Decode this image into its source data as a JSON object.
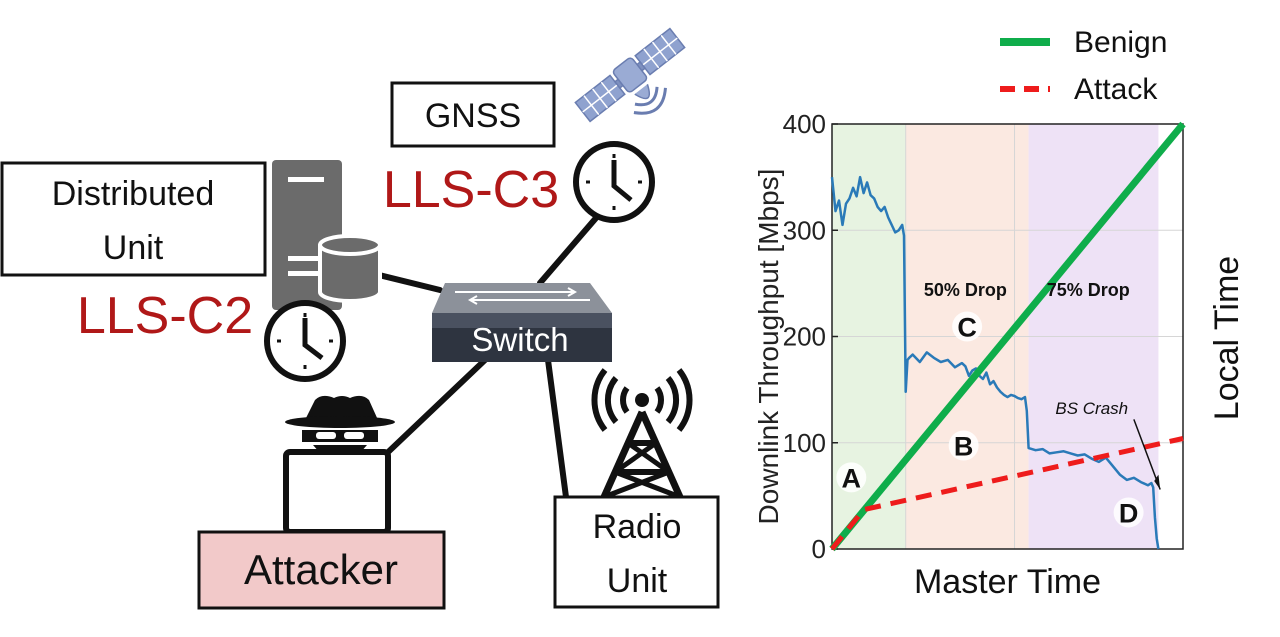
{
  "diagram": {
    "gnss_label": "GNSS",
    "gnss_profile": "LLS-C3",
    "du_label_line1": "Distributed",
    "du_label_line2": "Unit",
    "du_profile": "LLS-C2",
    "switch_label": "Switch",
    "attacker_label": "Attacker",
    "ru_label_line1": "Radio",
    "ru_label_line2": "Unit",
    "colors": {
      "profile_red": "#b01818",
      "attacker_fill": "#f2c9c9",
      "icon_gray": "#6b6b6b",
      "satellite": "#8a9cc9"
    }
  },
  "chart_data": {
    "type": "line",
    "ylabel": "Downlink Throughput [Mbps]",
    "xlabel": "Master Time",
    "y2label": "Local Time",
    "ylim": [
      0,
      400
    ],
    "yticks": [
      "0",
      "100",
      "200",
      "300",
      "400"
    ],
    "legend": [
      {
        "name": "Benign",
        "color": "#0fad4b",
        "style": "solid"
      },
      {
        "name": "Attack",
        "color": "#ee1c1c",
        "style": "dashed"
      }
    ],
    "legend_placement": "top-right",
    "phases": [
      {
        "from": 0,
        "to": 0.21,
        "color": "#e7f3e1"
      },
      {
        "from": 0.21,
        "to": 0.56,
        "color": "#fbe9e1"
      },
      {
        "from": 0.56,
        "to": 0.93,
        "color": "#eee2f6"
      }
    ],
    "annotations": [
      {
        "text": "50% Drop",
        "x": 0.38,
        "y": 238
      },
      {
        "text": "75% Drop",
        "x": 0.73,
        "y": 238
      },
      {
        "text": "BS Crash",
        "x": 0.74,
        "y": 127,
        "italic": true
      }
    ],
    "point_labels": [
      {
        "text": "A",
        "x": 0.055,
        "y": 58
      },
      {
        "text": "B",
        "x": 0.375,
        "y": 88
      },
      {
        "text": "C",
        "x": 0.385,
        "y": 200
      },
      {
        "text": "D",
        "x": 0.845,
        "y": 25
      }
    ],
    "series": [
      {
        "name": "Throughput",
        "color": "#2a7ab8",
        "x": [
          0.0,
          0.01,
          0.02,
          0.03,
          0.04,
          0.05,
          0.06,
          0.07,
          0.08,
          0.09,
          0.1,
          0.11,
          0.12,
          0.13,
          0.14,
          0.15,
          0.16,
          0.17,
          0.18,
          0.19,
          0.2,
          0.205,
          0.21,
          0.215,
          0.22,
          0.23,
          0.25,
          0.27,
          0.29,
          0.31,
          0.33,
          0.35,
          0.37,
          0.38,
          0.39,
          0.4,
          0.41,
          0.42,
          0.43,
          0.44,
          0.45,
          0.46,
          0.47,
          0.48,
          0.49,
          0.5,
          0.51,
          0.52,
          0.53,
          0.54,
          0.55,
          0.555,
          0.56,
          0.58,
          0.6,
          0.62,
          0.64,
          0.66,
          0.68,
          0.7,
          0.72,
          0.74,
          0.76,
          0.78,
          0.8,
          0.82,
          0.84,
          0.86,
          0.88,
          0.9,
          0.91,
          0.915,
          0.92,
          0.925,
          0.93
        ],
        "values": [
          350,
          318,
          328,
          305,
          325,
          330,
          340,
          332,
          350,
          335,
          345,
          333,
          330,
          322,
          318,
          322,
          312,
          305,
          298,
          300,
          305,
          295,
          148,
          178,
          180,
          183,
          176,
          185,
          180,
          176,
          178,
          171,
          175,
          172,
          163,
          168,
          170,
          163,
          160,
          166,
          155,
          158,
          152,
          148,
          145,
          143,
          145,
          144,
          142,
          141,
          143,
          130,
          95,
          93,
          94,
          90,
          91,
          92,
          90,
          88,
          89,
          85,
          82,
          86,
          78,
          70,
          65,
          67,
          63,
          60,
          62,
          58,
          30,
          10,
          0
        ]
      },
      {
        "name": "Benign",
        "color": "#0fad4b",
        "x": [
          0,
          1
        ],
        "values": [
          0,
          400
        ]
      },
      {
        "name": "Attack",
        "color": "#ee1c1c",
        "x": [
          0,
          0.09,
          1
        ],
        "values": [
          0,
          37,
          104
        ]
      }
    ]
  }
}
